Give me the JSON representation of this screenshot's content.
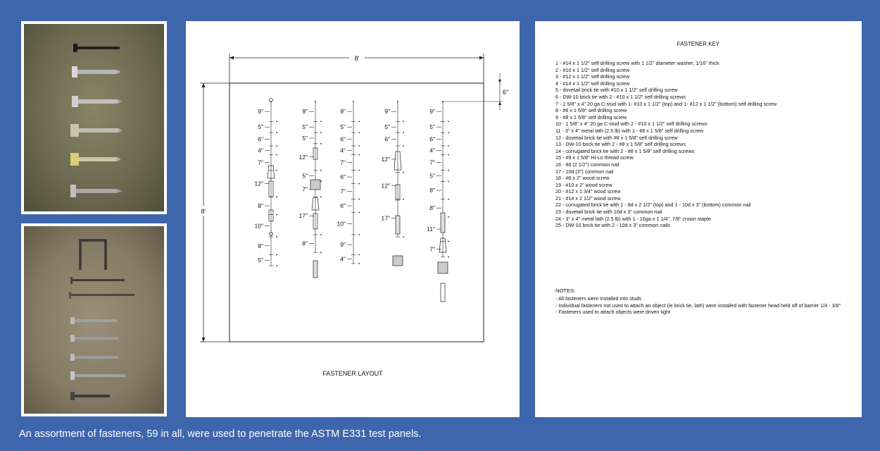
{
  "caption": "An assortment of fasteners, 59 in all, were used to penetrate the ASTM E331 test panels.",
  "layout": {
    "title": "FASTENER LAYOUT",
    "width_label": "8'",
    "height_label": "8'",
    "offset_label": "6\"",
    "columns": [
      {
        "labels": [
          "9\"",
          "5\"",
          "6\"",
          "4\"",
          "7\"",
          "12\"",
          "8\"",
          "10\"",
          "8\"",
          "5\""
        ]
      },
      {
        "labels": [
          "9\"",
          "5\"",
          "5\"",
          "12\"",
          "5\"",
          "7\"",
          "17\"",
          "8\""
        ]
      },
      {
        "labels": [
          "9\"",
          "5\"",
          "6\"",
          "4\"",
          "7\"",
          "6\"",
          "7\"",
          "6\"",
          "10\"",
          "9\"",
          "4\""
        ]
      },
      {
        "labels": [
          "9\"",
          "5\"",
          "6\"",
          "12\"",
          "12\"",
          "17\""
        ]
      },
      {
        "labels": [
          "9\"",
          "5\"",
          "6\"",
          "4\"",
          "7\"",
          "5\"",
          "8\"",
          "8\"",
          "11\"",
          "7\""
        ]
      }
    ]
  },
  "key": {
    "title": "FASTENER KEY",
    "items": [
      "1 - #14 x 1 1/2\" self drilling screw with 1 1/2\" diameter washer, 1/16\" thick",
      "2 - #10 x 1 1/2\" self drilling screw",
      "3 - #12 x 1 1/2\" self drilling screw",
      "4 - #14 x 1 1/2\" self drilling screw",
      "5 - dovetail brick tie with #10 x 1 1/2\" self drilling screw",
      "6 - DW-10 brick tie with 2 - #10 x 1 1/2\" self drilling screws",
      "7 - 1 5/8\" x 4\" 20 ga C-stud with 1- #10 x 1 1/2\" (top) and 1- #12 x 1 1/2\" (bottom) self drilling screw",
      "8 - #6 x 1 5/8\" self drilling screw",
      "9 - #8 x 1 5/8\" self drilling screw",
      "10 - 1 5/8\" x 4\" 20 ga C-stud with 2 - #10 x 1 1/2\" self drilling screws",
      "11 - 3\" x 4\" metal lath (2.5 lb) with 1 - #8 x 1 5/8\" self drilling screw",
      "12 - dovetail brick tie with #8 x 1 5/8\" self drilling screw",
      "13 - DW-10 brick tie with 2 - #8 x 1 5/8\" self drilling screws",
      "14 - corrugated brick tie with 2 - #8 x 1 5/8\" self drilling screws",
      "15 - #9 x 1 5/8\" Hi-Lo thread screw",
      "16 - 8d (2 1/2\") common nail",
      "17 - 10d (3\") common nail",
      "18 - #8 x 2\" wood screw",
      "19 - #10 x 2\" wood screw",
      "20 - #12 x 1 3/4\" wood screw",
      "21 - #14 x 2 1/2\" wood screw",
      "22 - corrugated brick tie with 1 - 8d x 2 1/2\" (top) and 1 - 10d x 3\" (bottom) common nail",
      "23 - dovetail brick tie with 10d x 3\" common nail",
      "24 - 3\" x 4\" metal lath (2.5 lb) with 1 - 16ga x 1 1/4\", 7/8\" crown staple",
      "25 - DW-10 brick tie with 2 - 10d x 3\" common nails"
    ],
    "notes_title": "NOTES:",
    "notes": [
      " - All fasteners were installed into studs",
      " - Individual fasteners not used to attach an object (ie brick tie, lath) were installed with fastener head held off of barrier 1/4 - 3/8\"",
      " - Fasteners used to attach objects were driven tight"
    ]
  }
}
